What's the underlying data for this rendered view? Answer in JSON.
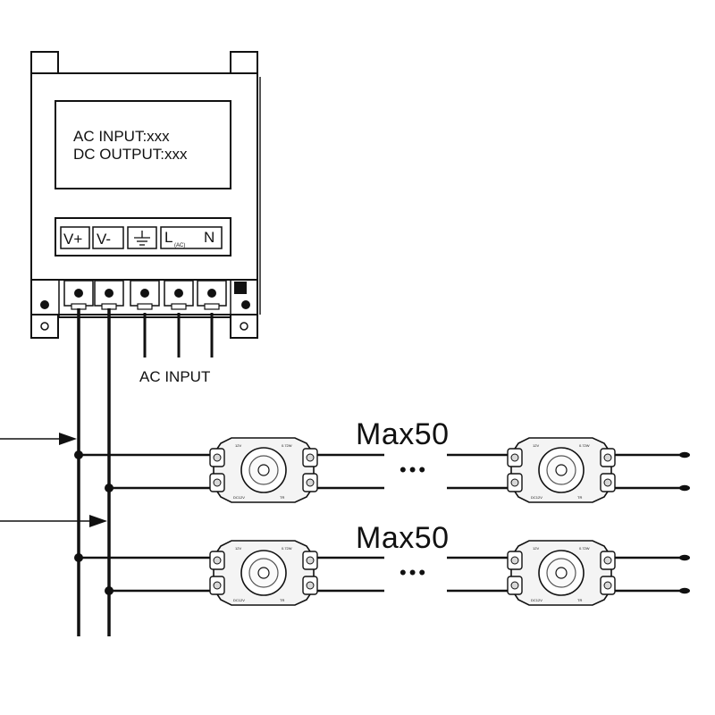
{
  "psu": {
    "label_line1": "AC INPUT:xxx",
    "label_line2": "DC OUTPUT:xxx",
    "terminals": [
      {
        "label": "V+"
      },
      {
        "label": "V-"
      },
      {
        "label": "",
        "icon": "ground-icon"
      },
      {
        "label": "L",
        "sub": "(AC)"
      },
      {
        "label": "N"
      }
    ]
  },
  "ac_input_label": "AC INPUT",
  "chains": [
    {
      "count_label": "Max50",
      "ellipsis": "•••"
    },
    {
      "count_label": "Max50",
      "ellipsis": "•••"
    }
  ],
  "module": {
    "marks": [
      "12V",
      "0.72W",
      "DC12V",
      "TR"
    ]
  },
  "colors": {
    "line": "#111111",
    "psu_fill": "#ffffff",
    "module_fill": "#f4f4f4",
    "module_shade": "#d9d9d9"
  }
}
